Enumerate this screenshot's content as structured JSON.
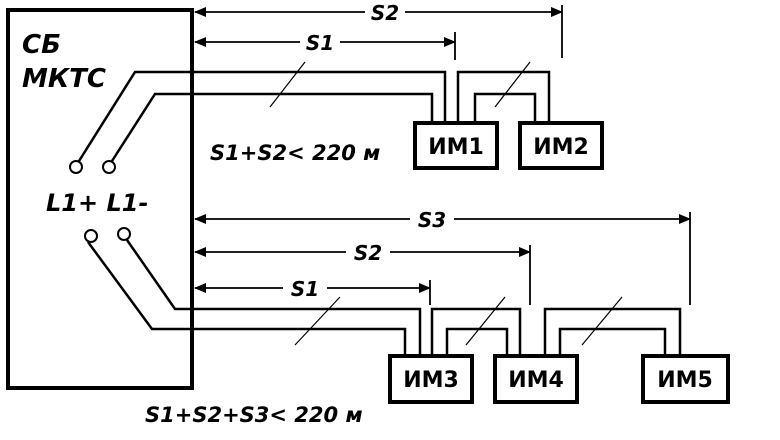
{
  "panel": {
    "line1": "СБ",
    "line2": "МКТС",
    "terminals": "L1+ L1-"
  },
  "devices": {
    "im1": "ИМ1",
    "im2": "ИМ2",
    "im3": "ИМ3",
    "im4": "ИМ4",
    "im5": "ИМ5"
  },
  "dimensions": {
    "top_s1": "S1",
    "top_s2": "S2",
    "bot_s1": "S1",
    "bot_s2": "S2",
    "bot_s3": "S3"
  },
  "conditions": {
    "top": "S1+S2< 220 м",
    "bottom": "S1+S2+S3< 220 м"
  }
}
